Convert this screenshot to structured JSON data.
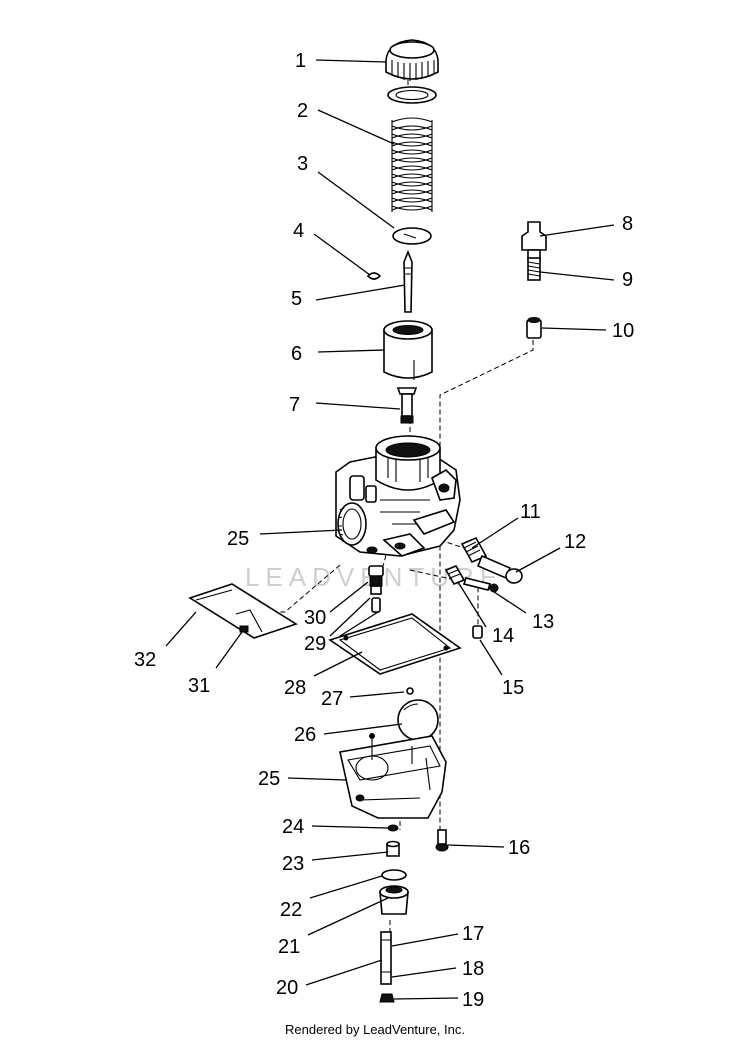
{
  "watermark": "LEADVENTURE",
  "footer": "Rendered by LeadVenture, Inc.",
  "callouts": [
    {
      "id": "1",
      "label": "1"
    },
    {
      "id": "2",
      "label": "2"
    },
    {
      "id": "3",
      "label": "3"
    },
    {
      "id": "4",
      "label": "4"
    },
    {
      "id": "5",
      "label": "5"
    },
    {
      "id": "6",
      "label": "6"
    },
    {
      "id": "7",
      "label": "7"
    },
    {
      "id": "8",
      "label": "8"
    },
    {
      "id": "9",
      "label": "9"
    },
    {
      "id": "10",
      "label": "10"
    },
    {
      "id": "11",
      "label": "11"
    },
    {
      "id": "12",
      "label": "12"
    },
    {
      "id": "13",
      "label": "13"
    },
    {
      "id": "14",
      "label": "14"
    },
    {
      "id": "15",
      "label": "15"
    },
    {
      "id": "16",
      "label": "16"
    },
    {
      "id": "17",
      "label": "17"
    },
    {
      "id": "18",
      "label": "18"
    },
    {
      "id": "19",
      "label": "19"
    },
    {
      "id": "20",
      "label": "20"
    },
    {
      "id": "21",
      "label": "21"
    },
    {
      "id": "22",
      "label": "22"
    },
    {
      "id": "23",
      "label": "23"
    },
    {
      "id": "24",
      "label": "24"
    },
    {
      "id": "25a",
      "label": "25"
    },
    {
      "id": "25b",
      "label": "25"
    },
    {
      "id": "26",
      "label": "26"
    },
    {
      "id": "27",
      "label": "27"
    },
    {
      "id": "28",
      "label": "28"
    },
    {
      "id": "29",
      "label": "29"
    },
    {
      "id": "30",
      "label": "30"
    },
    {
      "id": "31",
      "label": "31"
    },
    {
      "id": "32",
      "label": "32"
    }
  ]
}
